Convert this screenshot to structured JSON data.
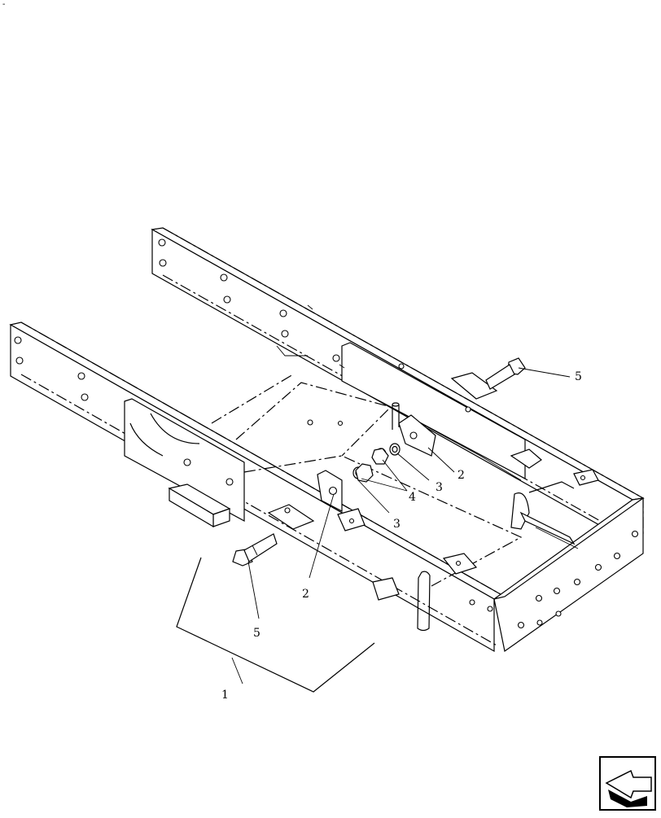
{
  "diagram": {
    "callouts": [
      {
        "id": "c1",
        "label": "1"
      },
      {
        "id": "c2a",
        "label": "2"
      },
      {
        "id": "c2b",
        "label": "2"
      },
      {
        "id": "c3a",
        "label": "3"
      },
      {
        "id": "c3b",
        "label": "3"
      },
      {
        "id": "c4",
        "label": "4"
      },
      {
        "id": "c5a",
        "label": "5"
      },
      {
        "id": "c5b",
        "label": "5"
      }
    ],
    "corner_mark": "-",
    "nav_icon": "next-page-arrow-icon"
  }
}
